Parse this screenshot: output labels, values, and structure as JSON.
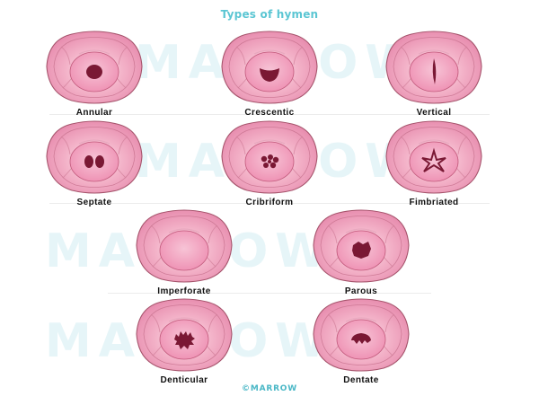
{
  "title": "Types of hymen",
  "watermark": "MARROW",
  "footer": "©MARROW",
  "colors": {
    "accent": "#5bc6d3",
    "tissue_outer": "#e88fb0",
    "tissue_inner": "#f3b2c8",
    "membrane": "#ee8fb2",
    "opening": "#7a1834"
  },
  "types": [
    {
      "label": "Annular",
      "opening": "annular"
    },
    {
      "label": "Crescentic",
      "opening": "crescentic"
    },
    {
      "label": "Vertical",
      "opening": "vertical"
    },
    {
      "label": "Septate",
      "opening": "septate"
    },
    {
      "label": "Cribriform",
      "opening": "cribriform"
    },
    {
      "label": "Fimbriated",
      "opening": "fimbriated"
    },
    {
      "label": "Imperforate",
      "opening": "imperforate"
    },
    {
      "label": "Parous",
      "opening": "parous"
    },
    {
      "label": "Denticular",
      "opening": "denticular"
    },
    {
      "label": "Dentate",
      "opening": "dentate"
    }
  ]
}
